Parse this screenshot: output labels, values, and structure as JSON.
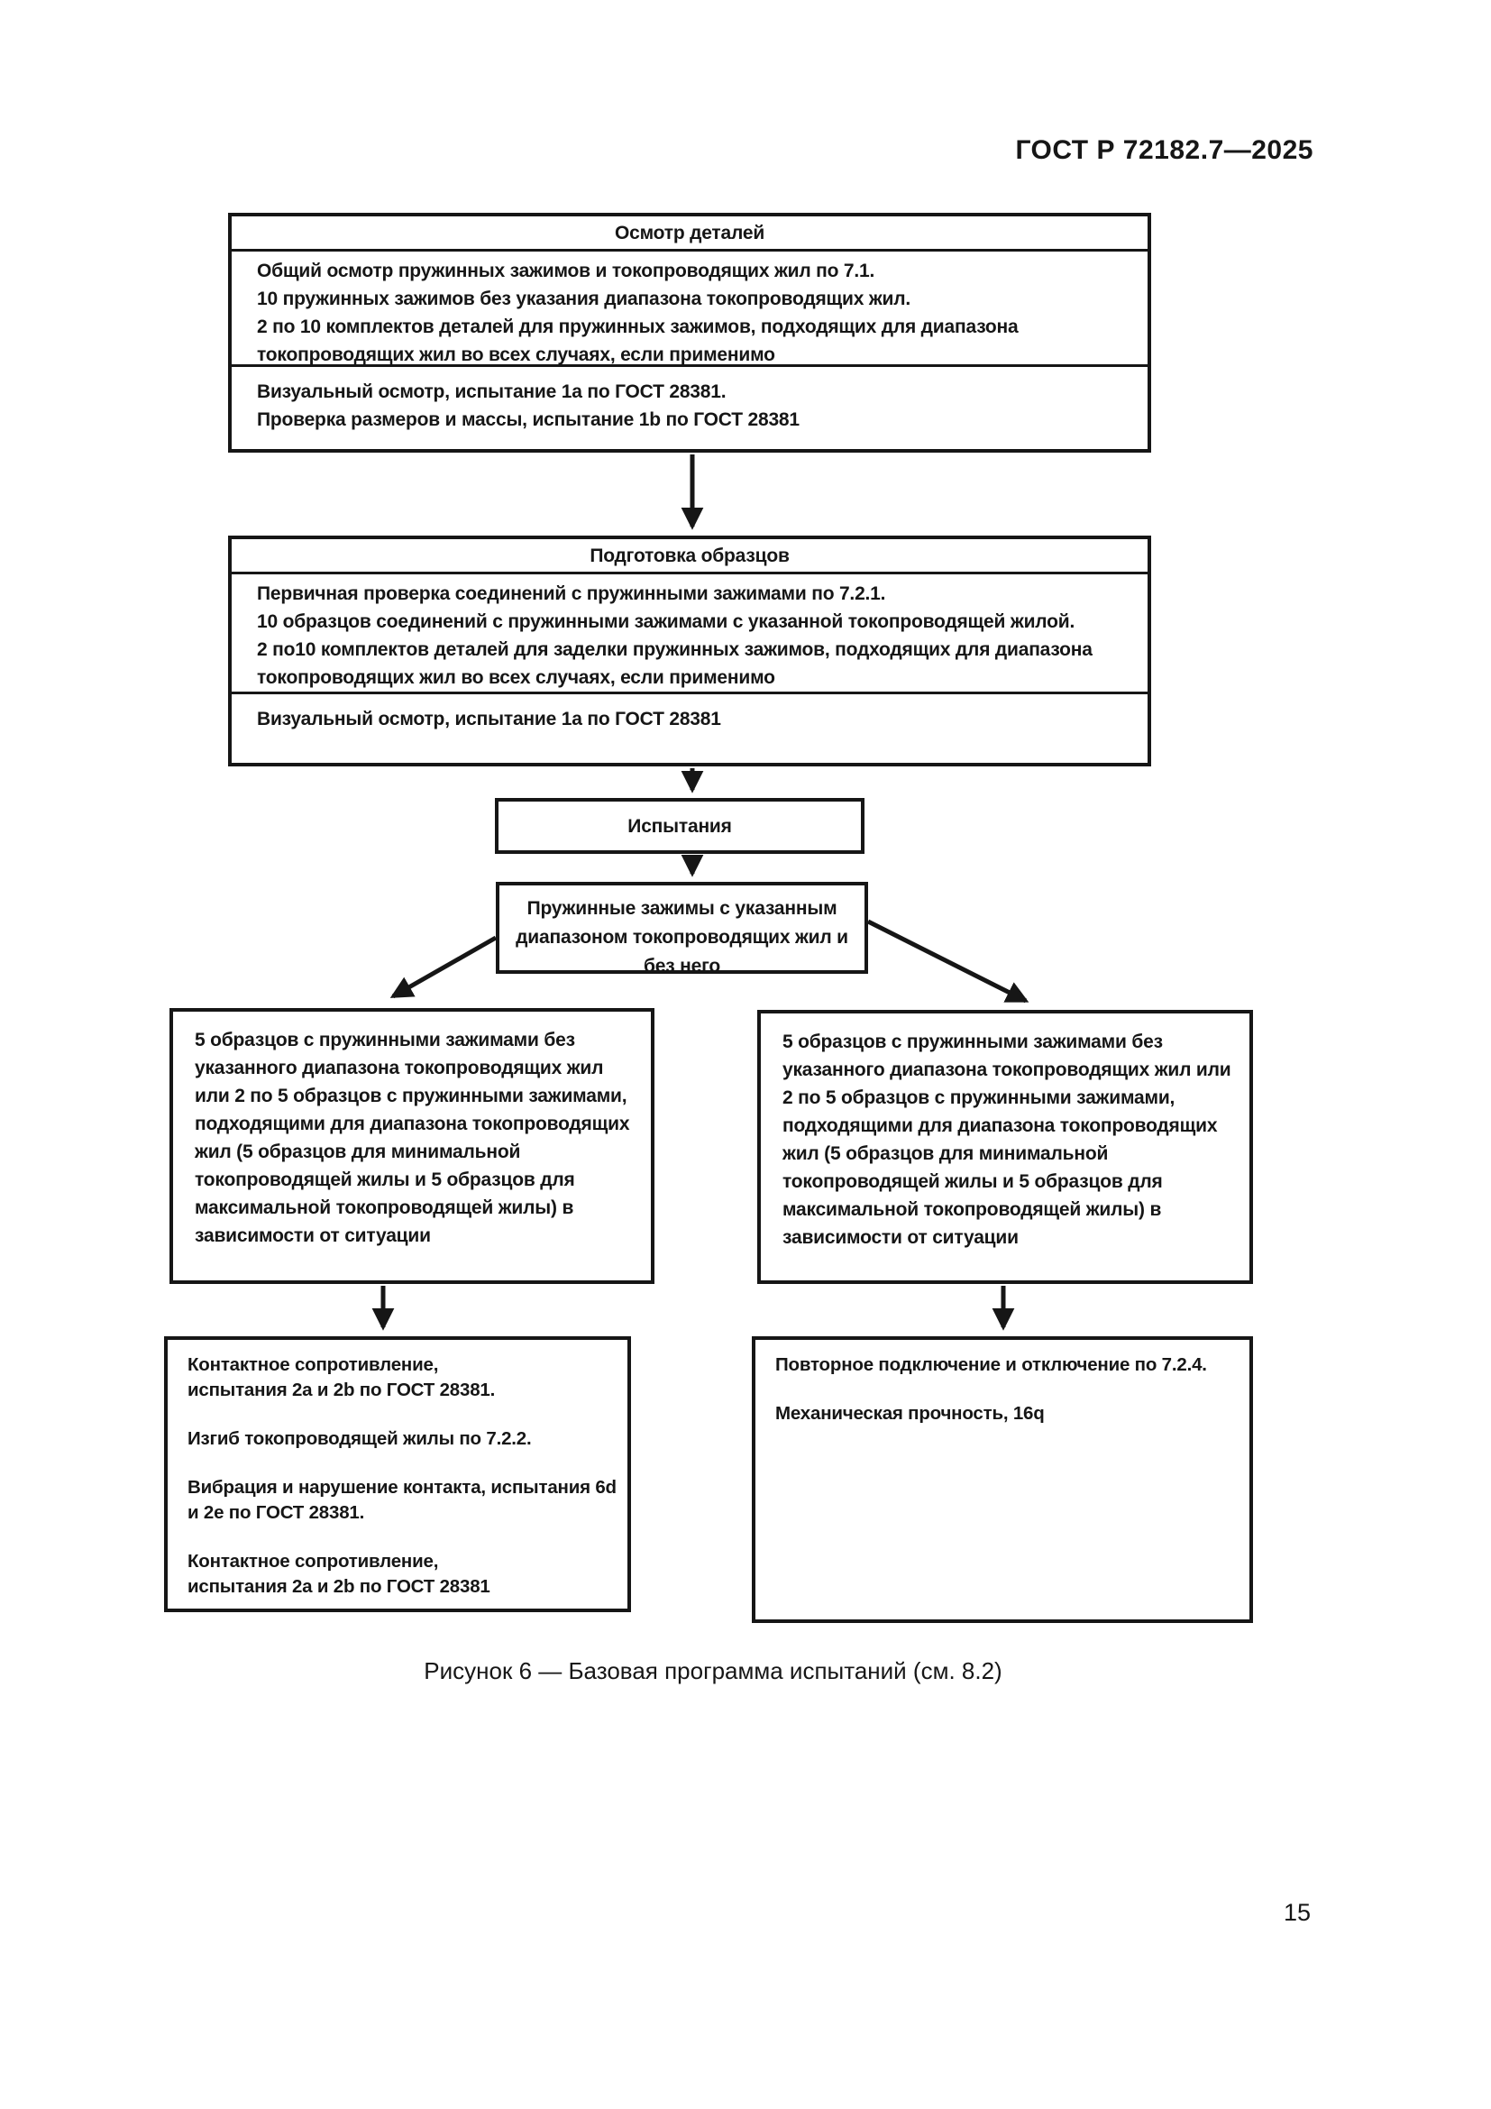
{
  "page": {
    "header": "ГОСТ Р 72182.7—2025",
    "page_number": "15",
    "caption": "Рисунок 6 — Базовая программа испытаний (см. 8.2)"
  },
  "colors": {
    "ink": "#161616",
    "background": "#ffffff"
  },
  "flowchart": {
    "inspection": {
      "title": "Осмотр деталей",
      "body1": [
        "Общий осмотр пружинных зажимов и токопроводящих жил по 7.1.",
        "10 пружинных зажимов без указания диапазона токопроводящих жил.",
        "2 по 10 комплектов деталей для пружинных зажимов, подходящих для диапазона",
        "токопроводящих жил во всех случаях, если применимо"
      ],
      "body2": [
        "Визуальный осмотр, испытание 1a по ГОСТ 28381.",
        "Проверка размеров и массы, испытание 1b по ГОСТ 28381"
      ]
    },
    "preparation": {
      "title": "Подготовка образцов",
      "body1": [
        "Первичная проверка соединений с пружинными зажимами по 7.2.1.",
        "10 образцов соединений с пружинными зажимами с указанной токопроводящей жилой.",
        "2 по10 комплектов деталей для заделки пружинных зажимов, подходящих для диапазона",
        "токопроводящих жил во всех случаях, если применимо"
      ],
      "body2": [
        "Визуальный осмотр, испытание 1a по ГОСТ 28381"
      ]
    },
    "tests": {
      "title": "Испытания"
    },
    "clamps": {
      "lines": [
        "Пружинные зажимы с указанным",
        "диапазоном токопроводящих жил и",
        "без него"
      ]
    },
    "branch_left": {
      "lines": [
        "5 образцов с пружинными зажимами без",
        "указанного диапазона токопроводящих жил",
        "или 2 по 5 образцов с пружинными зажимами,",
        "подходящими для диапазона токопроводящих",
        "жил (5 образцов для минимальной",
        "токопроводящей жилы и 5 образцов для",
        "максимальной токопроводящей жилы) в",
        "зависимости от ситуации"
      ]
    },
    "branch_right": {
      "lines": [
        "5 образцов с пружинными зажимами без",
        "указанного диапазона токопроводящих жил или",
        "2 по 5 образцов с пружинными зажимами,",
        "подходящими для диапазона токопроводящих",
        "жил (5 образцов для минимальной",
        "токопроводящей жилы и 5 образцов для",
        "максимальной токопроводящей жилы) в",
        "зависимости от ситуации"
      ]
    },
    "bottom_left": {
      "paragraphs": [
        [
          "Контактное сопротивление,",
          "испытания 2a и 2b по ГОСТ 28381."
        ],
        [
          "Изгиб токопроводящей жилы по 7.2.2."
        ],
        [
          "Вибрация и нарушение контакта, испытания 6d",
          "и 2e по ГОСТ 28381."
        ],
        [
          "Контактное сопротивление,",
          "испытания 2a и 2b по ГОСТ 28381"
        ]
      ]
    },
    "bottom_right": {
      "paragraphs": [
        [
          "Повторное подключение и отключение по 7.2.4."
        ],
        [
          "Механическая прочность, 16q"
        ]
      ]
    }
  }
}
